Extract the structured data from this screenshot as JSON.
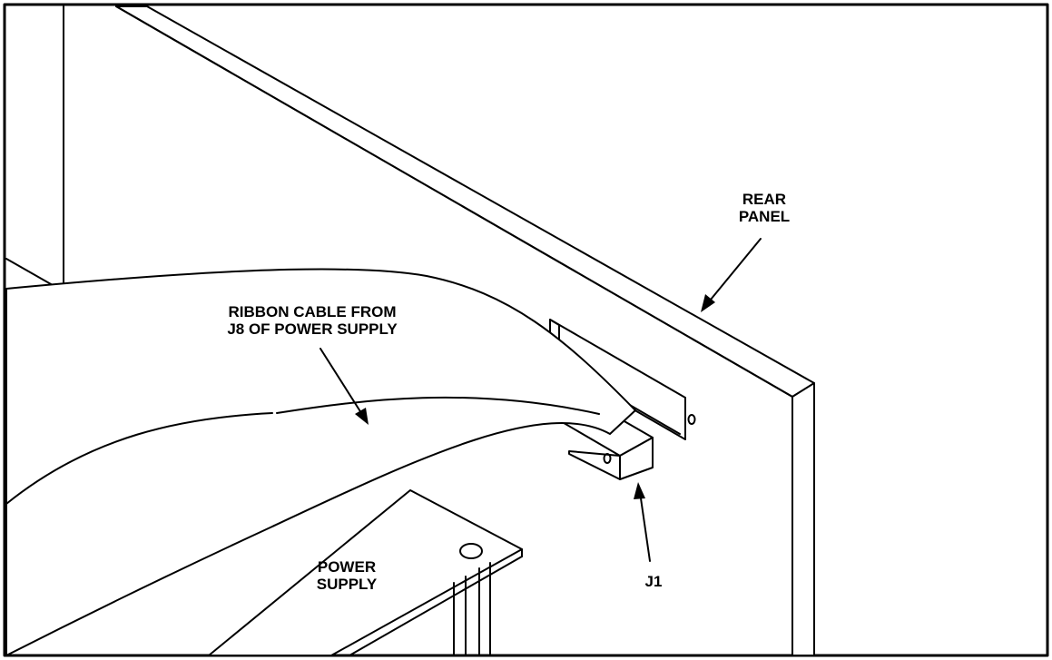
{
  "labels": {
    "rear_panel": [
      "REAR",
      "PANEL"
    ],
    "ribbon_cable": [
      "RIBBON CABLE FROM",
      "J8 OF POWER SUPPLY"
    ],
    "power_supply": [
      "POWER",
      "SUPPLY"
    ],
    "connector": "J1"
  },
  "colors": {
    "ink": "#000000",
    "paper": "#ffffff"
  }
}
